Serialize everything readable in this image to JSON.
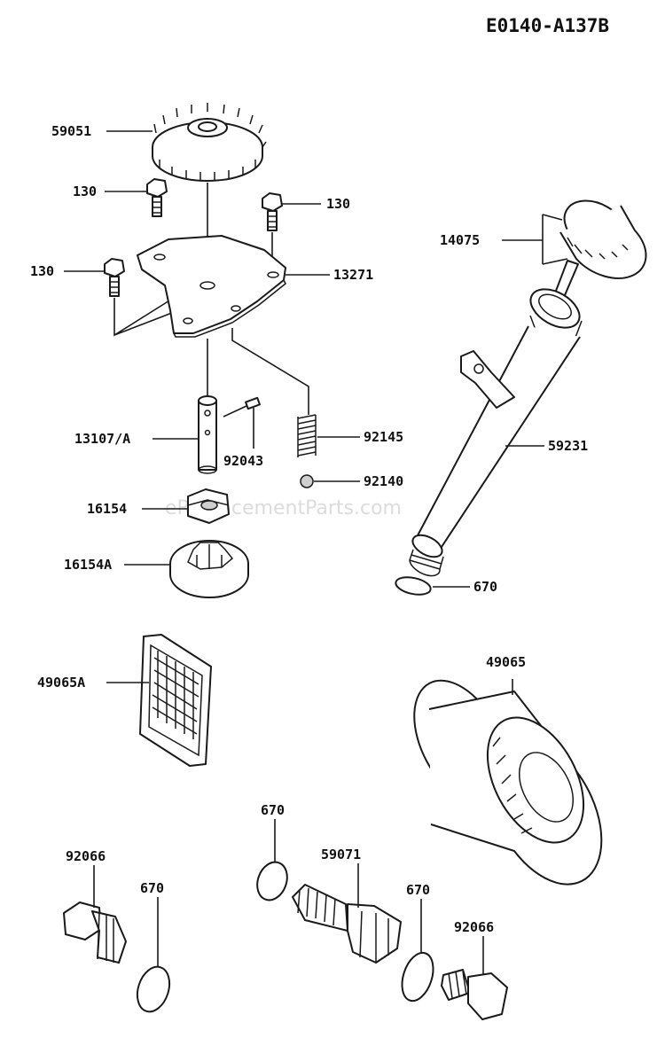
{
  "diagram_code": "E0140-A137B",
  "watermark": "eReplacementParts.com",
  "parts": {
    "gear": "59051",
    "bolt_left_top": "130",
    "bolt_right_top": "130",
    "bolt_left": "130",
    "plate": "13271",
    "dipstick": "14075",
    "shaft": "13107/A",
    "pin": "92043",
    "spring": "92145",
    "ball": "92140",
    "rotor_inner": "16154",
    "rotor_outer": "16154A",
    "oil_tube": "59231",
    "oring_tube": "670",
    "strainer": "49065A",
    "filter": "49065",
    "oring_bottom_center": "670",
    "oring_bottom_left": "670",
    "oring_bottom_right": "670",
    "fitting": "59071",
    "plug_left": "92066",
    "plug_right": "92066"
  }
}
